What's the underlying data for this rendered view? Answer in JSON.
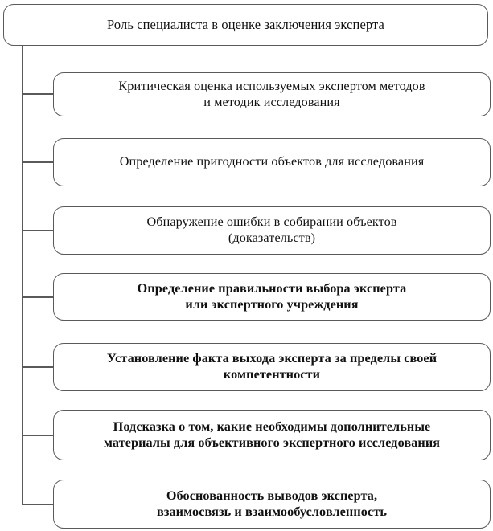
{
  "diagram": {
    "type": "hierarchy-tree",
    "orientation": "vertical-left-trunk",
    "title": "Роль специалиста в оценке заключения эксперта",
    "root": {
      "label": "Роль специалиста в оценке заключения эксперта"
    },
    "branches": [
      {
        "id": "branch-1",
        "label": "Критическая оценка используемых экспертом методов\nи методик исследования",
        "lines": [
          "Критическая оценка используемых экспертом методов",
          "и методик исследования"
        ]
      },
      {
        "id": "branch-2",
        "label": "Определение пригодности объектов для исследования",
        "lines": [
          "Определение пригодности объектов для исследования"
        ]
      },
      {
        "id": "branch-3",
        "label": "Обнаружение ошибки в собирании объектов\n(доказательств)",
        "lines": [
          "Обнаружение ошибки в собирании объектов",
          "(доказательств)"
        ]
      },
      {
        "id": "branch-4",
        "label": "Определение правильности выбора эксперта\nили экспертного учреждения",
        "lines": [
          "Определение правильности выбора эксперта",
          "или экспертного учреждения"
        ]
      },
      {
        "id": "branch-5",
        "label": "Установление факта выхода эксперта за пределы своей\nкомпетентности",
        "lines": [
          "Установление факта выхода эксперта за пределы своей",
          "компетентности"
        ]
      },
      {
        "id": "branch-6",
        "label": "Подсказка о том, какие необходимы дополнительные\nматериалы для объективного экспертного исследования",
        "lines": [
          "Подсказка о том, какие необходимы дополнительные",
          "материалы для объективного экспертного исследования"
        ]
      },
      {
        "id": "branch-7",
        "label": "Обоснованность выводов эксперта,\nвзаимосвязь и взаимообусловленность",
        "lines": [
          "Обоснованность выводов эксперта,",
          "взаимосвязь и взаимообусловленность"
        ]
      }
    ]
  },
  "style": {
    "line_color": "#5a5a5a",
    "box_border_color": "#5a5a5a",
    "box_fill_color": "#ffffff",
    "text_color": "#111111",
    "background_color": "#ffffff"
  }
}
